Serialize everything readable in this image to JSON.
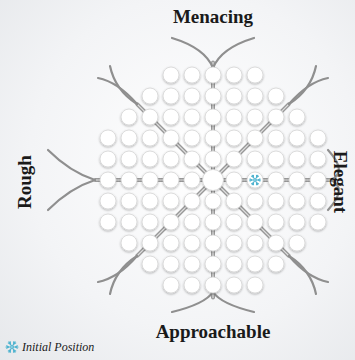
{
  "diagram": {
    "labels": [
      "Menacing",
      "Rough",
      "Elegant",
      "Approachable"
    ],
    "legend": [
      {
        "text": "Initial Position"
      }
    ]
  }
}
